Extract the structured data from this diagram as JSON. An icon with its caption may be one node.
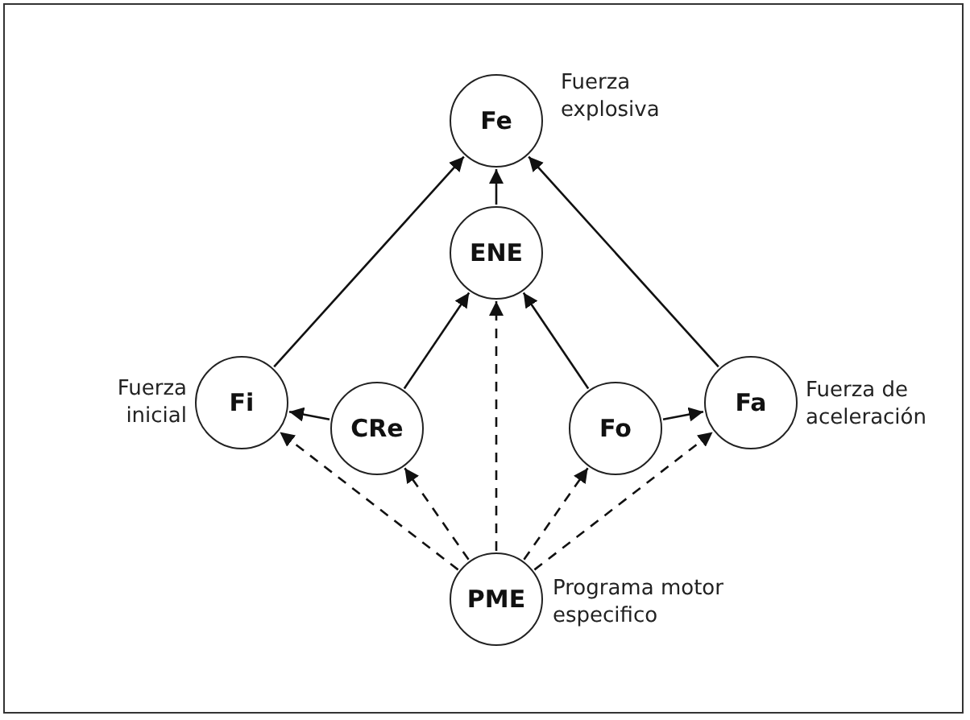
{
  "diagram": {
    "nodes": [
      {
        "text": [
          "Fe"
        ],
        "beside": [
          "Fuerza explosiva"
        ]
      },
      {
        "text": [
          "ENE"
        ]
      },
      {
        "text": [
          "Fi"
        ],
        "beside": [
          "Fuerza inicial"
        ]
      },
      {
        "text": [
          "CRe"
        ]
      },
      {
        "text": [
          "Fo"
        ]
      },
      {
        "text": [
          "Fa"
        ],
        "beside": [
          "Fuerza de aceleración"
        ]
      },
      {
        "text": [
          "PME"
        ],
        "beside": [
          "Programa motor especifico"
        ]
      }
    ],
    "edges": [
      {
        "from": 2,
        "to": 0,
        "arrow": "to"
      },
      {
        "from": 1,
        "to": 0,
        "arrow": "to"
      },
      {
        "from": 5,
        "to": 0,
        "arrow": "to"
      },
      {
        "from": 3,
        "to": 1,
        "arrow": "to"
      },
      {
        "from": 4,
        "to": 1,
        "arrow": "to"
      },
      {
        "from": 3,
        "to": 2,
        "arrow": "to"
      },
      {
        "from": 4,
        "to": 5,
        "arrow": "to"
      },
      {
        "from": 6,
        "to": 2,
        "arrow": "to",
        "style": "dashed"
      },
      {
        "from": 6,
        "to": 3,
        "arrow": "to",
        "style": "dashed"
      },
      {
        "from": 6,
        "to": 1,
        "arrow": "to",
        "style": "dashed"
      },
      {
        "from": 6,
        "to": 4,
        "arrow": "to",
        "style": "dashed"
      },
      {
        "from": 6,
        "to": 5,
        "arrow": "to",
        "style": "dashed"
      }
    ]
  }
}
